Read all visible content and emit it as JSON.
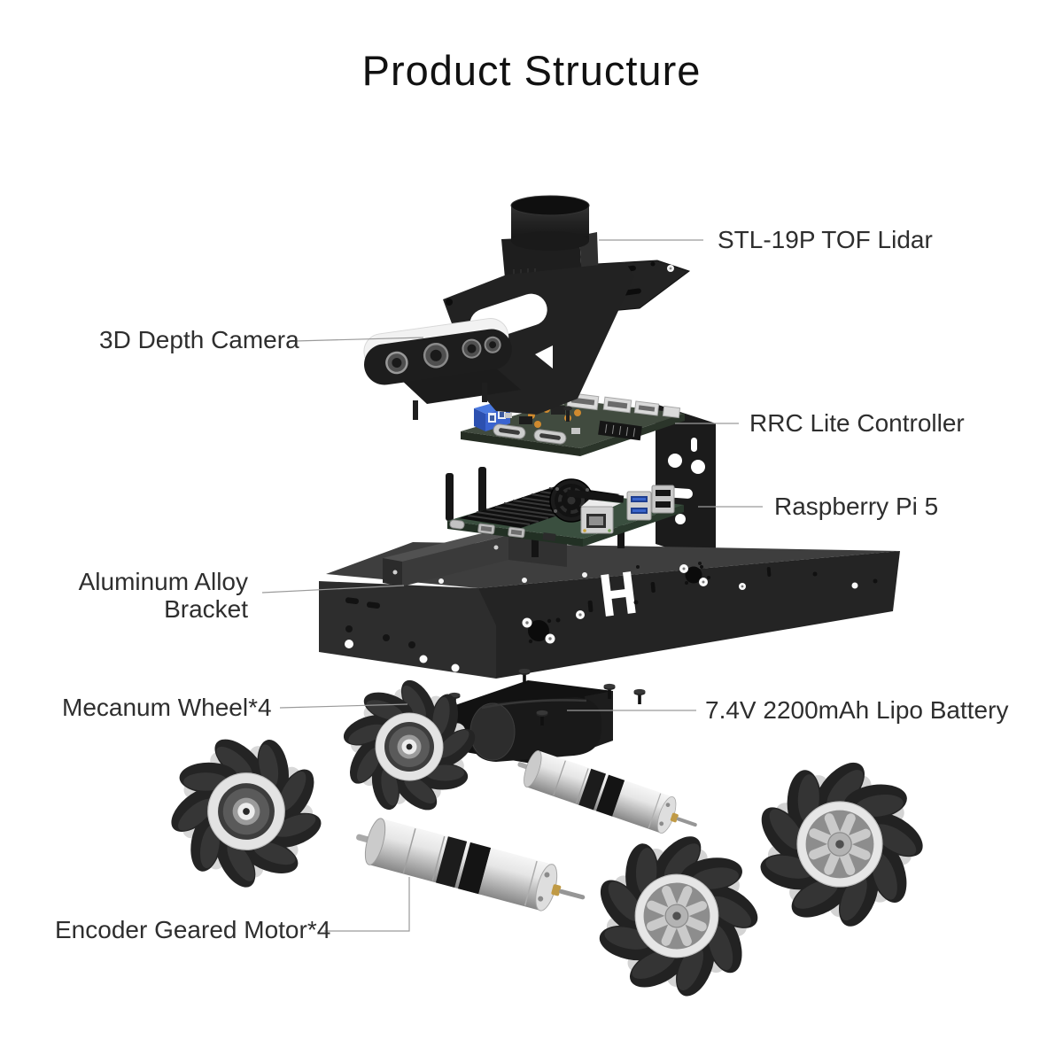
{
  "title": "Product Structure",
  "labels": {
    "lidar": {
      "text": "STL-19P TOF Lidar"
    },
    "depth_camera": {
      "text": "3D Depth Camera"
    },
    "controller": {
      "text": "RRC Lite Controller"
    },
    "raspberry_pi": {
      "text": "Raspberry Pi 5"
    },
    "bracket": {
      "text": "Aluminum Alloy\nBracket"
    },
    "mecanum_wheel": {
      "text": "Mecanum Wheel*4"
    },
    "battery": {
      "text": "7.4V 2200mAh Lipo Battery"
    },
    "motor": {
      "text": "Encoder Geared Motor*4"
    }
  },
  "colors": {
    "background": "#ffffff",
    "text": "#2e2e2e",
    "leader_line": "#9a9a9a",
    "chassis_dark": "#242424",
    "wheel_hub": "#dcdcdc",
    "motor_silver": "#d9d9d9",
    "pcb_green": "#414b3f",
    "terminal_blue": "#4a79e0"
  }
}
